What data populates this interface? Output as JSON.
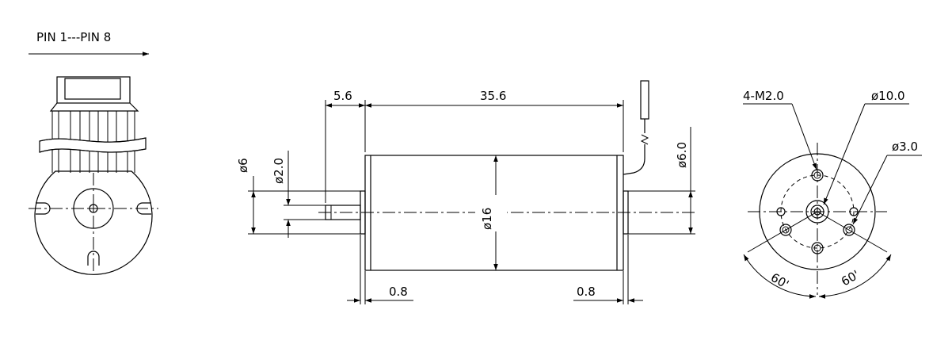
{
  "labels": {
    "pin_range": "PIN 1---PIN 8",
    "shaft_extension": "5.6",
    "body_length": "35.6",
    "shaft_diameter": "ø6",
    "pin_diameter": "ø2.0",
    "body_diameter": "ø16",
    "rear_boss_diameter": "ø6.0",
    "left_flange": "0.8",
    "right_flange": "0.8",
    "mount_holes": "4-M2.0",
    "bolt_circle": "ø10.0",
    "center_hole": "ø3.0",
    "angle_left": "60'",
    "angle_right": "60'"
  }
}
